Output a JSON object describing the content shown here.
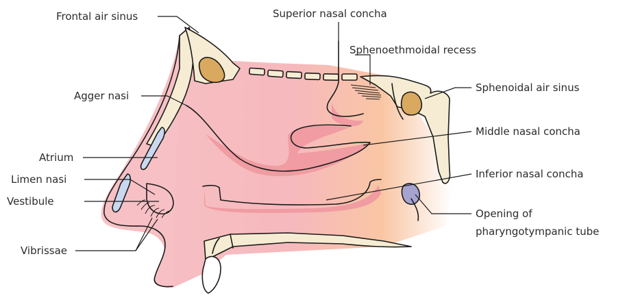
{
  "labels": {
    "frontal_air_sinus": "Frontal air sinus",
    "agger_nasi": "Agger nasi",
    "atrium": "Atrium",
    "limen_nasi": "Limen nasi",
    "vestibule": "Vestibule",
    "vibrissae": "Vibrissae",
    "superior_nasal_concha": "Superior nasal concha",
    "sphenoethmoidal_recess": "Sphenoethmoidal recess",
    "sphenoidal_air_sinus": "Sphenoidal air sinus",
    "middle_nasal_concha": "Middle nasal concha",
    "inferior_nasal_concha": "Inferior nasal concha",
    "opening_line1": "Opening of",
    "opening_line2": "pharyngotympanic tube"
  },
  "colors": {
    "mucosa_pink": "#f6b9bd",
    "mucosa_peach": "#f9c6a4",
    "bone": "#f5ecd3",
    "sinus": "#d9a960",
    "concha_shadow": "#f09ca2",
    "tube_opening": "#a7a3d0",
    "vestibule_blue": "#c9d8ef"
  }
}
